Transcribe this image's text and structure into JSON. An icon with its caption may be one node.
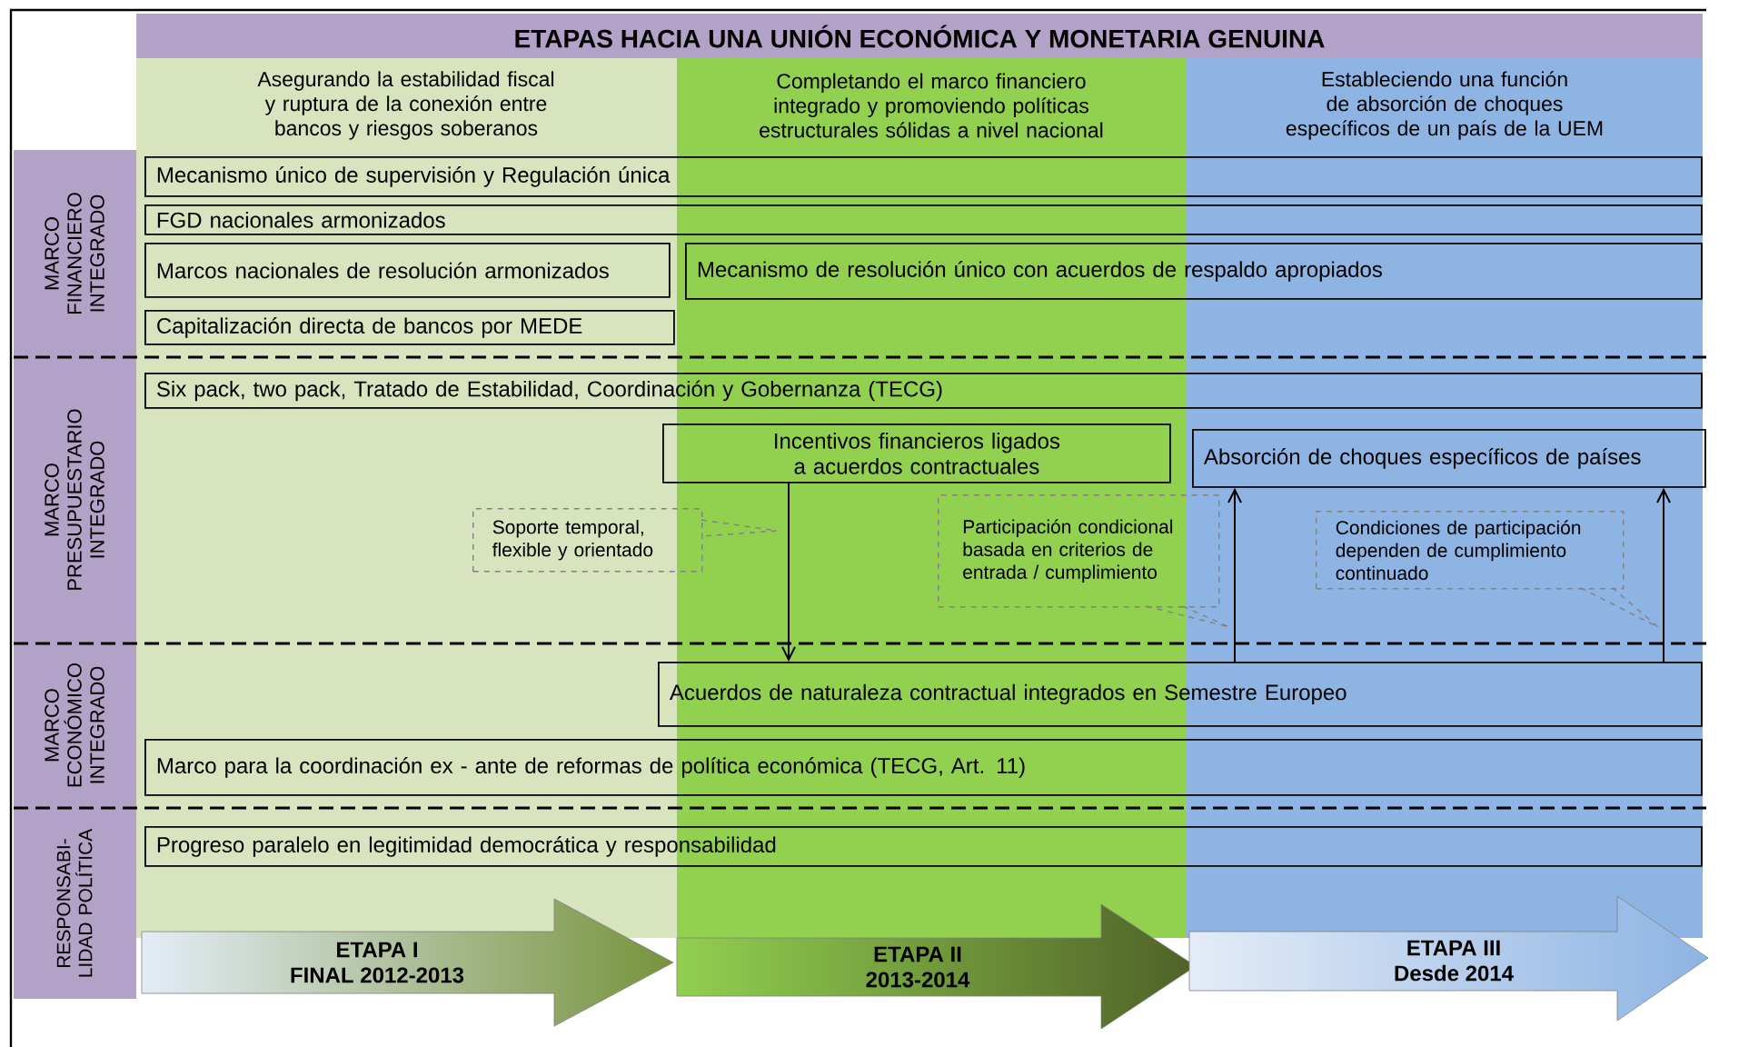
{
  "diagram": {
    "title": "ETAPAS HACIA UNA UNIÓN ECONÓMICA Y MONETARIA GENUINA",
    "nodes": [
      {
        "text": [
          "MARCO FINANCIERO INTEGRADO"
        ]
      },
      {
        "text": [
          "Mecanismo único de supervisión y Regulación única"
        ]
      },
      {
        "text": [
          "FGD nacionales armonizados"
        ]
      },
      {
        "text": [
          "Marcos nacionales de resolución armonizados"
        ]
      },
      {
        "text": [
          "Mecanismo de resolución único con acuerdos de respaldo apropiados"
        ]
      },
      {
        "text": [
          "Capitalización directa de bancos por MEDE"
        ]
      },
      {
        "text": [
          "MARCO PRESUPUESTARIO INTEGRADO"
        ]
      },
      {
        "text": [
          "Six pack, two pack, Tratado de Estabilidad, Coordinación y Gobernanza (TECG)"
        ]
      },
      {
        "text": [
          "Incentivos financieros ligados a acuerdos contractuales"
        ]
      },
      {
        "text": [
          "Absorción de choques específicos de países"
        ]
      },
      {
        "text": [
          "Soporte temporal, flexible y orientado"
        ]
      },
      {
        "text": [
          "Participación condicional basada en criterios de entrada / cumplimiento"
        ]
      },
      {
        "text": [
          "Condiciones de participación dependen de cumplimiento continuado"
        ]
      },
      {
        "text": [
          "MARCO ECONÓMICO INTEGRADO"
        ]
      },
      {
        "text": [
          "Acuerdos de naturaleza contractual integrados en Semestre Europeo"
        ]
      },
      {
        "text": [
          "Marco para la coordinación ex - ante de reformas de política económica (TECG, Art. 11)"
        ]
      },
      {
        "text": [
          "RESPONSABI- LIDAD POLÍTICA"
        ]
      },
      {
        "text": [
          "Progreso paralelo en legitimidad democrática y responsabilidad"
        ]
      },
      {
        "text": [
          "ETAPA I",
          "FINAL 2012-2013"
        ]
      },
      {
        "text": [
          "ETAPA II",
          "2013-2014"
        ]
      },
      {
        "text": [
          "ETAPA III",
          "Desde 2014"
        ]
      }
    ],
    "edges": [
      {
        "from": 8,
        "to": 14,
        "arrow": "to"
      },
      {
        "from": 14,
        "to": 9,
        "arrow": "to"
      },
      {
        "from": 14,
        "to": 9,
        "arrow": "to"
      }
    ],
    "labels": [
      "Asegurando la estabilidad fiscal y ruptura de la conexión entre bancos y riesgos soberanos",
      "Completando el marco financiero integrado y promoviendo políticas estructurales sólidas a nivel nacional",
      "Estableciendo una función de absorción de choques específicos de un país de la UEM"
    ]
  }
}
